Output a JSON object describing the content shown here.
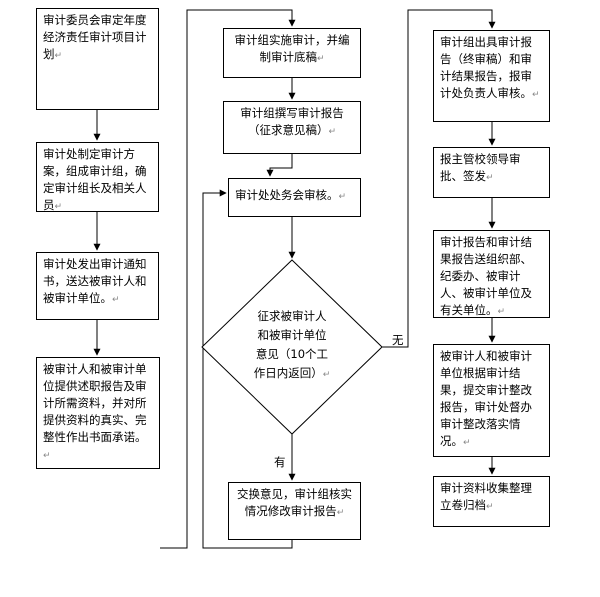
{
  "boxes": {
    "b1": "审计委员会审定年度经济责任审计项目计划",
    "b2": "审计处制定审计方案，组成审计组，确定审计组长及相关人员",
    "b3": "审计处发出审计通知书，送达被审计人和被审计单位。",
    "b4": "被审计人和被审计单位提供述职报告及审计所需资料，并对所提供资料的真实、完整性作出书面承诺。",
    "c1": "审计组实施审计，并编制审计底稿",
    "c2": "审计组撰写审计报告（征求意见稿）",
    "c3": "审计处处务会审核。",
    "decision": "征求被审计人和被审计单位意见（10个工作日内返回）",
    "c5": "交换意见，审计组核实情况修改审计报告",
    "d1": "审计组出具审计报告（终审稿）和审计结果报告，报审计处负责人审核。",
    "d2": "报主管校领导审批、签发",
    "d3": "审计报告和审计结果报告送组织部、纪委办、被审计人、被审计单位及有关单位。",
    "d4": "被审计人和被审计单位根据审计结果，提交审计整改报告，审计处督办审计整改落实情况。",
    "d5": "审计资料收集整理立卷归档"
  },
  "labels": {
    "yes": "有",
    "no": "无"
  },
  "decision_lines": [
    "征求被审计人",
    "和被审计单位",
    "意见（10个工",
    "作日内返回）"
  ],
  "return_mark": "↵",
  "colors": {
    "line": "#000000",
    "border": "#000000",
    "mark": "#888888"
  }
}
